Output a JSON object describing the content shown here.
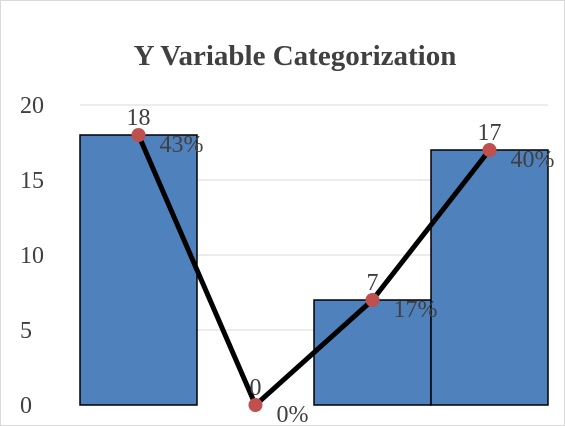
{
  "chart_data": {
    "type": "bar",
    "title": "Y Variable Categorization",
    "xlabel": "",
    "ylabel": "",
    "ylim": [
      0,
      20
    ],
    "yticks": [
      0,
      5,
      10,
      15,
      20
    ],
    "grid": true,
    "categories": [
      "",
      "",
      "",
      ""
    ],
    "series": [
      {
        "type": "bar",
        "values": [
          18,
          0,
          7,
          17
        ],
        "data_labels": [
          "18",
          "0",
          "7",
          "17"
        ],
        "color": "#4f81bd"
      },
      {
        "type": "line",
        "values": [
          18,
          0,
          7,
          17
        ],
        "data_labels": [
          "43%",
          "0%",
          "17%",
          "40%"
        ],
        "color": "#000000",
        "marker_color": "#c0504d"
      }
    ]
  }
}
